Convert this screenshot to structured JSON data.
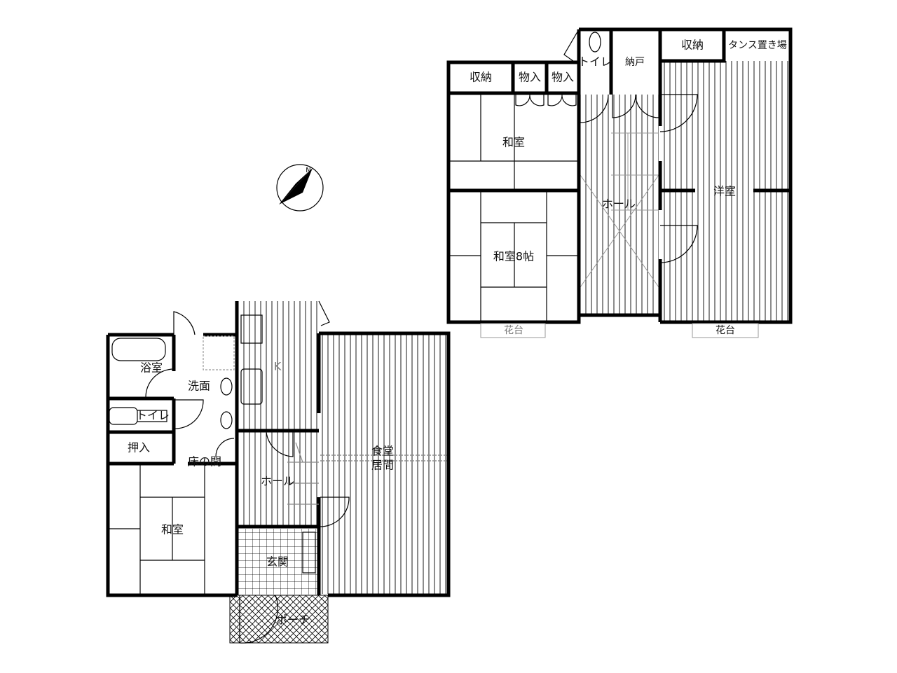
{
  "floor_plan": {
    "second_floor": {
      "rooms": [
        {
          "id": "storage-a",
          "label": "収納"
        },
        {
          "id": "closet-1",
          "label": "物入"
        },
        {
          "id": "closet-2",
          "label": "物入"
        },
        {
          "id": "toilet",
          "label": "トイレ"
        },
        {
          "id": "nando",
          "label": "納戸"
        },
        {
          "id": "storage-b",
          "label": "収納"
        },
        {
          "id": "dresser-space",
          "label": "タンス置き場"
        },
        {
          "id": "washitsu",
          "label": "和室"
        },
        {
          "id": "washitsu-8",
          "label": "和室8帖"
        },
        {
          "id": "hall",
          "label": "ホール"
        },
        {
          "id": "youshitsu",
          "label": "洋室"
        },
        {
          "id": "flower-stand-1",
          "label": "花台"
        },
        {
          "id": "flower-stand-2",
          "label": "花台"
        }
      ]
    },
    "first_floor": {
      "rooms": [
        {
          "id": "bath",
          "label": "浴室"
        },
        {
          "id": "washroom",
          "label": "洗面"
        },
        {
          "id": "toilet",
          "label": "トイレ"
        },
        {
          "id": "oshiire",
          "label": "押入"
        },
        {
          "id": "tokonoma",
          "label": "床の間"
        },
        {
          "id": "washitsu",
          "label": "和室"
        },
        {
          "id": "kitchen",
          "label": "K"
        },
        {
          "id": "hall",
          "label": "ホール"
        },
        {
          "id": "dining",
          "label": "食堂"
        },
        {
          "id": "living",
          "label": "居間"
        },
        {
          "id": "entrance",
          "label": "玄関"
        },
        {
          "id": "porch",
          "label": "ポーチ"
        }
      ]
    },
    "compass": {
      "label": "N"
    }
  }
}
